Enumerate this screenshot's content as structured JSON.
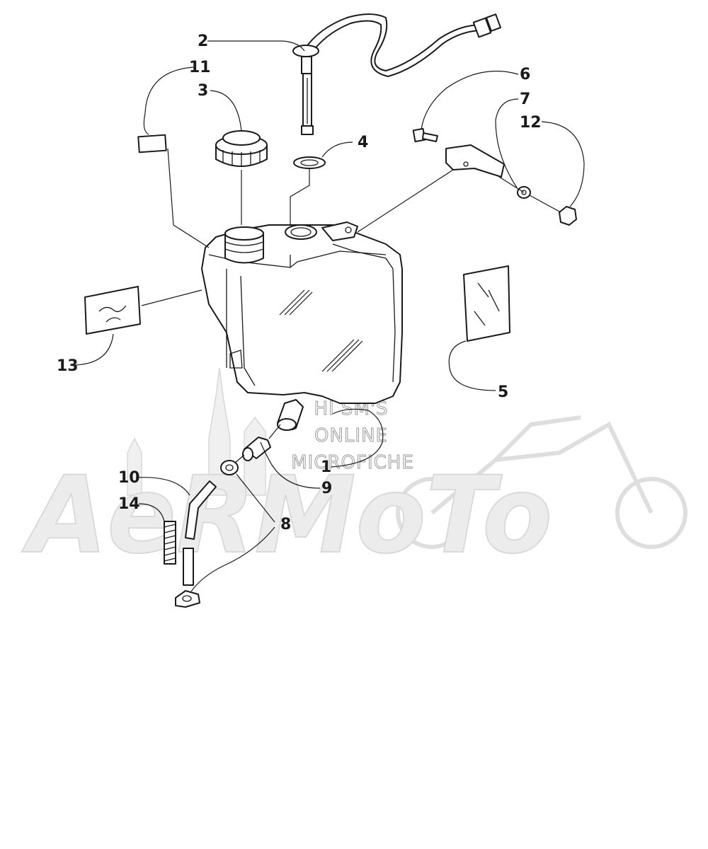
{
  "watermark": {
    "brand": "AeRMoTo",
    "lines": [
      "HI SM'S",
      "ONLINE",
      "MICROFICHE"
    ]
  },
  "callouts": [
    {
      "id": "1",
      "label": "1"
    },
    {
      "id": "2",
      "label": "2"
    },
    {
      "id": "3",
      "label": "3"
    },
    {
      "id": "4",
      "label": "4"
    },
    {
      "id": "5",
      "label": "5"
    },
    {
      "id": "6",
      "label": "6"
    },
    {
      "id": "7",
      "label": "7"
    },
    {
      "id": "8",
      "label": "8"
    },
    {
      "id": "9",
      "label": "9"
    },
    {
      "id": "10",
      "label": "10"
    },
    {
      "id": "11",
      "label": "11"
    },
    {
      "id": "12",
      "label": "12"
    },
    {
      "id": "13",
      "label": "13"
    },
    {
      "id": "14",
      "label": "14"
    }
  ]
}
